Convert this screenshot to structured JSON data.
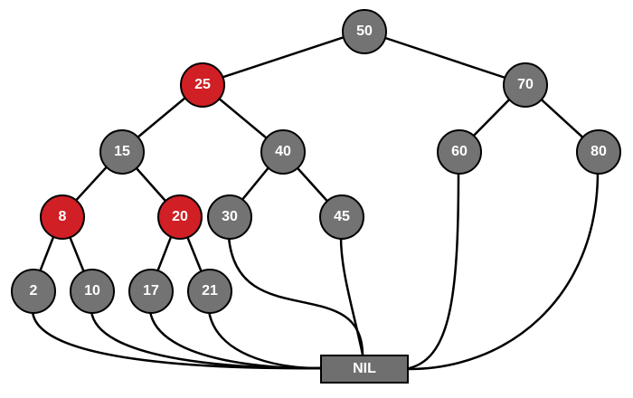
{
  "colors": {
    "red_node": "#d01f25",
    "black_node": "#737373",
    "nil_box": "#6f6f6f",
    "stroke": "#000000"
  },
  "nodes": {
    "n50": {
      "label": "50",
      "color": "black"
    },
    "n25": {
      "label": "25",
      "color": "red"
    },
    "n70": {
      "label": "70",
      "color": "black"
    },
    "n15": {
      "label": "15",
      "color": "black"
    },
    "n40": {
      "label": "40",
      "color": "black"
    },
    "n60": {
      "label": "60",
      "color": "black"
    },
    "n80": {
      "label": "80",
      "color": "black"
    },
    "n8": {
      "label": "8",
      "color": "red"
    },
    "n20": {
      "label": "20",
      "color": "red"
    },
    "n30": {
      "label": "30",
      "color": "black"
    },
    "n45": {
      "label": "45",
      "color": "black"
    },
    "n2": {
      "label": "2",
      "color": "black"
    },
    "n10": {
      "label": "10",
      "color": "black"
    },
    "n17": {
      "label": "17",
      "color": "black"
    },
    "n21": {
      "label": "21",
      "color": "black"
    }
  },
  "nil": {
    "label": "NIL"
  },
  "edges": [
    [
      "n50",
      "n25"
    ],
    [
      "n50",
      "n70"
    ],
    [
      "n25",
      "n15"
    ],
    [
      "n25",
      "n40"
    ],
    [
      "n70",
      "n60"
    ],
    [
      "n70",
      "n80"
    ],
    [
      "n15",
      "n8"
    ],
    [
      "n15",
      "n20"
    ],
    [
      "n40",
      "n30"
    ],
    [
      "n40",
      "n45"
    ],
    [
      "n8",
      "n2"
    ],
    [
      "n8",
      "n10"
    ],
    [
      "n20",
      "n17"
    ],
    [
      "n20",
      "n21"
    ]
  ],
  "nil_links": [
    "n2",
    "n10",
    "n17",
    "n21",
    "n30",
    "n45",
    "n60",
    "n80"
  ]
}
